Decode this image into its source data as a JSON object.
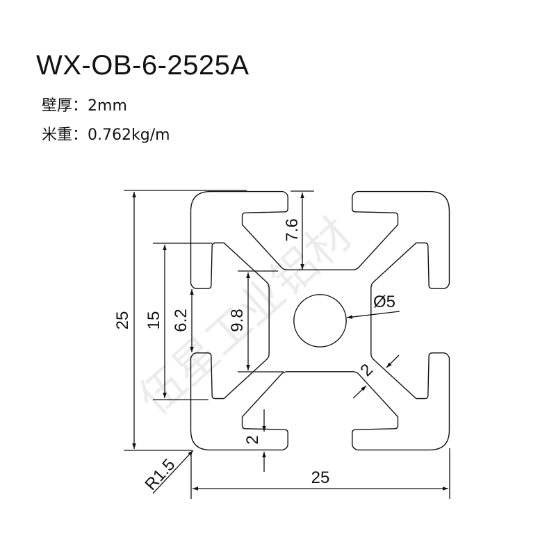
{
  "header": {
    "model": "WX-OB-6-2525A",
    "wall_thickness_label": "壁厚：",
    "wall_thickness_value": "2mm",
    "weight_label": "米重：",
    "weight_value": "0.762kg/m"
  },
  "drawing": {
    "watermark": "伍星工业铝材",
    "dimensions": {
      "overall_height": "25",
      "overall_width": "25",
      "slot_outer_width": "15",
      "slot_opening": "6.2",
      "core_width": "9.8",
      "slot_depth": "7.6",
      "center_hole": "Ø5",
      "web_thickness": "2",
      "lip_thickness": "2",
      "corner_radius": "R1.5"
    }
  }
}
